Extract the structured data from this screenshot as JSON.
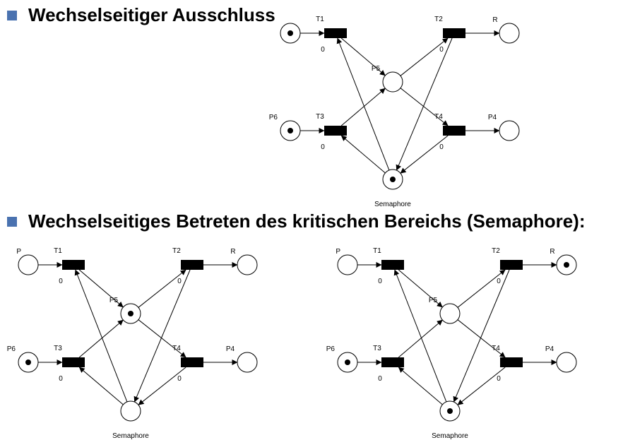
{
  "colors": {
    "bullet": "#4a72b0"
  },
  "headings": {
    "h1": "Wechselseitiger Ausschluss",
    "h2": "Wechselseitiges Betreten des kritischen Bereichs (Semaphore):"
  },
  "nets": [
    {
      "id": "net1",
      "places": [
        {
          "id": "P",
          "label": "",
          "marked": true
        },
        {
          "id": "R",
          "label": "R",
          "marked": false
        },
        {
          "id": "P5",
          "label": "P5",
          "marked": false
        },
        {
          "id": "P6",
          "label": "P6",
          "marked": true
        },
        {
          "id": "P4",
          "label": "P4",
          "marked": false
        },
        {
          "id": "S",
          "label": "Semaphore",
          "marked": true
        }
      ],
      "transitions": [
        {
          "id": "T1",
          "label": "T1",
          "weight": "0"
        },
        {
          "id": "T2",
          "label": "T2",
          "weight": "0"
        },
        {
          "id": "T3",
          "label": "T3",
          "weight": "0"
        },
        {
          "id": "T4",
          "label": "T4",
          "weight": "0"
        }
      ]
    },
    {
      "id": "net2",
      "places": [
        {
          "id": "P",
          "label": "P",
          "marked": false
        },
        {
          "id": "R",
          "label": "R",
          "marked": false
        },
        {
          "id": "P5",
          "label": "P5",
          "marked": true
        },
        {
          "id": "P6",
          "label": "P6",
          "marked": true
        },
        {
          "id": "P4",
          "label": "P4",
          "marked": false
        },
        {
          "id": "S",
          "label": "Semaphore",
          "marked": false
        }
      ],
      "transitions": [
        {
          "id": "T1",
          "label": "T1",
          "weight": "0"
        },
        {
          "id": "T2",
          "label": "T2",
          "weight": "0"
        },
        {
          "id": "T3",
          "label": "T3",
          "weight": "0"
        },
        {
          "id": "T4",
          "label": "T4",
          "weight": "0"
        }
      ]
    },
    {
      "id": "net3",
      "places": [
        {
          "id": "P",
          "label": "P",
          "marked": false
        },
        {
          "id": "R",
          "label": "R",
          "marked": true
        },
        {
          "id": "P5",
          "label": "P5",
          "marked": false
        },
        {
          "id": "P6",
          "label": "P6",
          "marked": true
        },
        {
          "id": "P4",
          "label": "P4",
          "marked": false
        },
        {
          "id": "S",
          "label": "Semaphore",
          "marked": true
        }
      ],
      "transitions": [
        {
          "id": "T1",
          "label": "T1",
          "weight": "0"
        },
        {
          "id": "T2",
          "label": "T2",
          "weight": "0"
        },
        {
          "id": "T3",
          "label": "T3",
          "weight": "0"
        },
        {
          "id": "T4",
          "label": "T4",
          "weight": "0"
        }
      ]
    }
  ]
}
